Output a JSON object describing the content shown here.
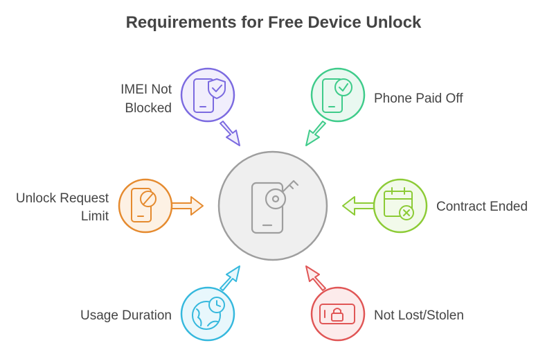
{
  "title": "Requirements for Free Device Unlock",
  "center": {
    "icon": "phone-key-icon",
    "color": "#9e9e9e"
  },
  "nodes": {
    "imei": {
      "lines": [
        "IMEI Not",
        "Blocked"
      ],
      "icon": "phone-shield-icon",
      "color": "#7b6ae0"
    },
    "paid": {
      "lines": [
        "Phone Paid Off"
      ],
      "icon": "phone-check-icon",
      "color": "#3ecb8a"
    },
    "limit": {
      "lines": [
        "Unlock Request",
        "Limit"
      ],
      "icon": "phone-blocked-icon",
      "color": "#e58a2e"
    },
    "contract": {
      "lines": [
        "Contract Ended"
      ],
      "icon": "calendar-x-icon",
      "color": "#8ccb35"
    },
    "usage": {
      "lines": [
        "Usage Duration"
      ],
      "icon": "globe-clock-icon",
      "color": "#35b8dd"
    },
    "lost": {
      "lines": [
        "Not Lost/Stolen"
      ],
      "icon": "phone-lock-icon",
      "color": "#e05555"
    }
  }
}
